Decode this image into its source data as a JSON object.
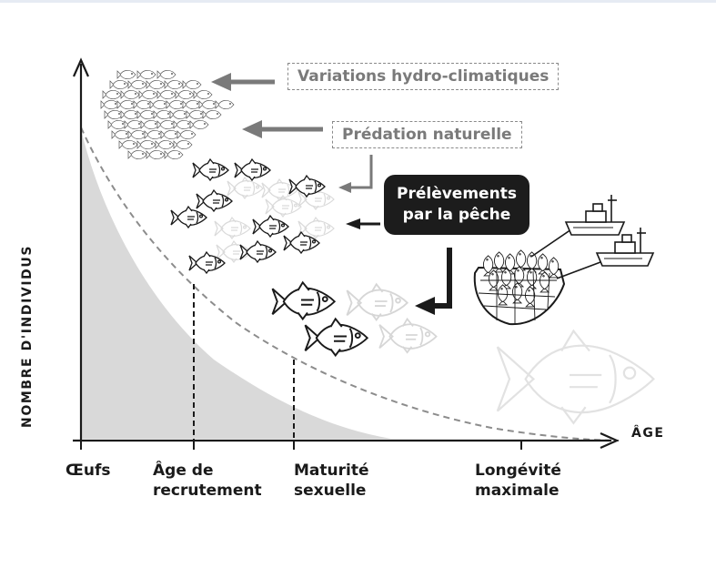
{
  "chart": {
    "y_axis_label": "NOMBRE D'INDIVIDUS",
    "x_axis_label": "ÂGE",
    "x_ticks": [
      {
        "line1": "Œufs",
        "line2": ""
      },
      {
        "line1": "Âge de",
        "line2": "recrutement"
      },
      {
        "line1": "Maturité",
        "line2": "sexuelle"
      },
      {
        "line1": "Longévité",
        "line2": "maximale"
      }
    ]
  },
  "factors": {
    "hydro_climatic": "Variations hydro-climatiques",
    "natural_predation": "Prédation naturelle",
    "fishing_line1": "Prélèvements",
    "fishing_line2": "par la pêche"
  },
  "colors": {
    "survivor_fill": "#d9d9d9",
    "axis": "#1a1a1a",
    "dashed_curve": "#8c8c8c",
    "gray_arrow": "#7a7a7a",
    "faded_fish": "#d6d6d6",
    "fishing_box": "#1c1c1c"
  },
  "icons": [
    "fish-icon",
    "fishing-boat-icon",
    "fishing-net-icon"
  ]
}
